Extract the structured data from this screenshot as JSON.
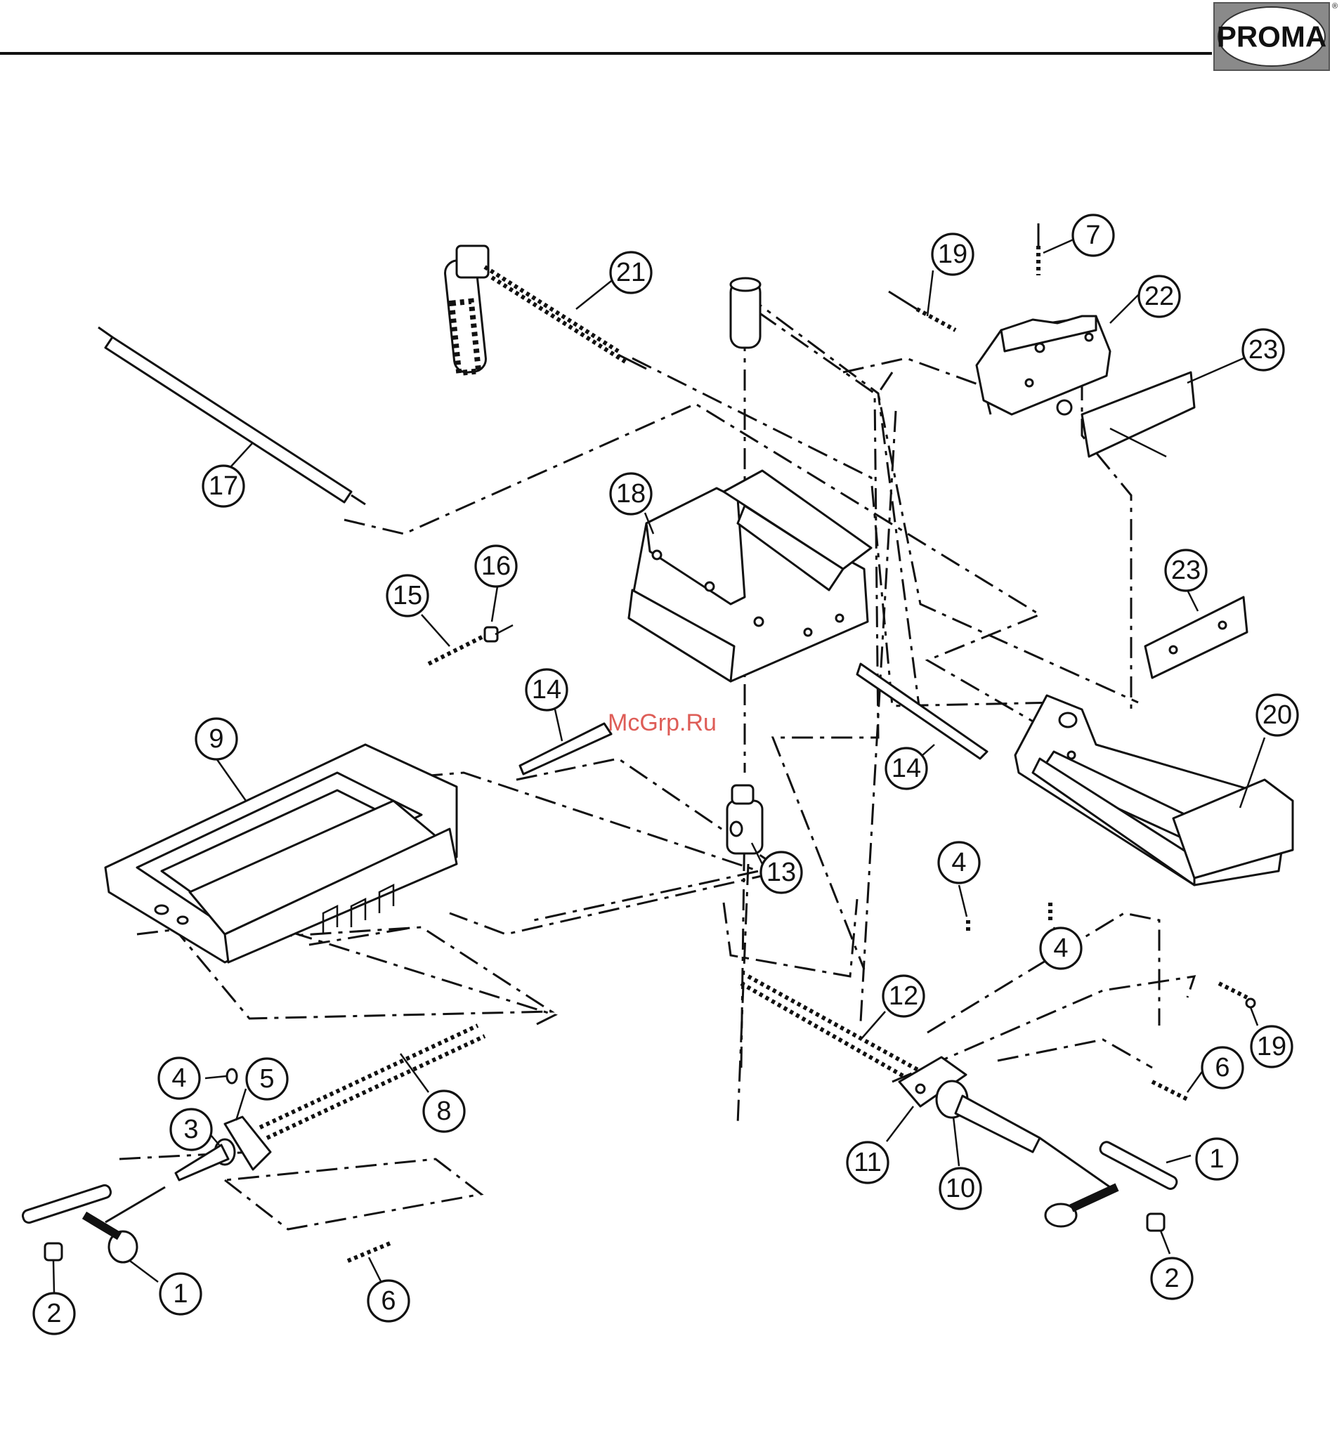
{
  "brand": {
    "logo_text": "PROMA",
    "registered_mark": "®"
  },
  "watermark": {
    "text": "McGrp.Ru",
    "color": "#d9413a"
  },
  "callouts": [
    {
      "id": "c21",
      "label": "21"
    },
    {
      "id": "c17",
      "label": "17"
    },
    {
      "id": "c19a",
      "label": "19"
    },
    {
      "id": "c7",
      "label": "7"
    },
    {
      "id": "c22",
      "label": "22"
    },
    {
      "id": "c23a",
      "label": "23"
    },
    {
      "id": "c18",
      "label": "18"
    },
    {
      "id": "c15",
      "label": "15"
    },
    {
      "id": "c16",
      "label": "16"
    },
    {
      "id": "c23b",
      "label": "23"
    },
    {
      "id": "c14a",
      "label": "14"
    },
    {
      "id": "c9",
      "label": "9"
    },
    {
      "id": "c20",
      "label": "20"
    },
    {
      "id": "c14b",
      "label": "14"
    },
    {
      "id": "c13",
      "label": "13"
    },
    {
      "id": "c4a",
      "label": "4"
    },
    {
      "id": "c4b",
      "label": "4"
    },
    {
      "id": "c12",
      "label": "12"
    },
    {
      "id": "c19b",
      "label": "19"
    },
    {
      "id": "c4c",
      "label": "4"
    },
    {
      "id": "c5",
      "label": "5"
    },
    {
      "id": "c8",
      "label": "8"
    },
    {
      "id": "c3",
      "label": "3"
    },
    {
      "id": "c6a",
      "label": "6"
    },
    {
      "id": "c11",
      "label": "11"
    },
    {
      "id": "c10",
      "label": "10"
    },
    {
      "id": "c1a",
      "label": "1"
    },
    {
      "id": "c1b",
      "label": "1"
    },
    {
      "id": "c2a",
      "label": "2"
    },
    {
      "id": "c6b",
      "label": "6"
    },
    {
      "id": "c2b",
      "label": "2"
    }
  ]
}
